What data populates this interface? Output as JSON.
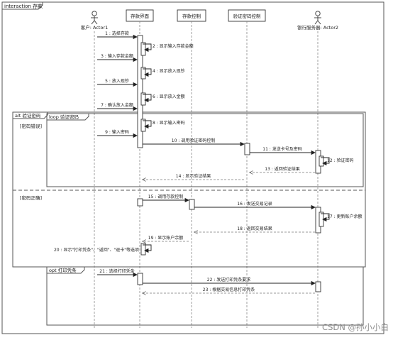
{
  "frame_title": "interaction 存款",
  "participants": [
    {
      "id": "customer",
      "label": "客户: Actor1",
      "kind": "actor"
    },
    {
      "id": "ui",
      "label": "存款界面",
      "kind": "box"
    },
    {
      "id": "ctrl",
      "label": "存款控制",
      "kind": "box"
    },
    {
      "id": "pwd",
      "label": "验证密码控制",
      "kind": "box"
    },
    {
      "id": "bank",
      "label": "银行服务器: Actor2",
      "kind": "actor"
    }
  ],
  "fragments": {
    "alt": {
      "label": "alt 验证密码",
      "guard1": "[密码错误]",
      "guard2": "[密码正确]"
    },
    "loop": {
      "label": "loop 验证密码"
    },
    "opt": {
      "label": "opt 打印凭条"
    }
  },
  "messages": [
    {
      "n": "1",
      "text": "1 : 选择存款",
      "from": "customer",
      "to": "ui",
      "type": "call"
    },
    {
      "n": "2",
      "text": "2 : 显示输入存款金额",
      "from": "ui",
      "to": "ui",
      "type": "self"
    },
    {
      "n": "3",
      "text": "3 : 输入存款金额",
      "from": "customer",
      "to": "ui",
      "type": "call"
    },
    {
      "n": "4",
      "text": "4 : 显示放入现钞",
      "from": "ui",
      "to": "ui",
      "type": "self"
    },
    {
      "n": "5",
      "text": "5 : 放入现钞",
      "from": "customer",
      "to": "ui",
      "type": "call"
    },
    {
      "n": "6",
      "text": "6 : 显示放入金额",
      "from": "ui",
      "to": "ui",
      "type": "self"
    },
    {
      "n": "7",
      "text": "7 : 确认放入金额",
      "from": "customer",
      "to": "ui",
      "type": "call"
    },
    {
      "n": "8",
      "text": "8 : 显示输入密码",
      "from": "ui",
      "to": "ui",
      "type": "self"
    },
    {
      "n": "9",
      "text": "9 : 输入密码",
      "from": "customer",
      "to": "ui",
      "type": "call"
    },
    {
      "n": "10",
      "text": "10 : 调用验证密码控制",
      "from": "ui",
      "to": "pwd",
      "type": "call"
    },
    {
      "n": "11",
      "text": "11 : 发送卡号及密码",
      "from": "pwd",
      "to": "bank",
      "type": "call"
    },
    {
      "n": "12",
      "text": "12 : 验证密码",
      "from": "bank",
      "to": "bank",
      "type": "self"
    },
    {
      "n": "13",
      "text": "13 : 返回验证结果",
      "from": "bank",
      "to": "pwd",
      "type": "return"
    },
    {
      "n": "14",
      "text": "14 : 显示验证结果",
      "from": "pwd",
      "to": "ui",
      "type": "return"
    },
    {
      "n": "15",
      "text": "15 : 调用存款控制",
      "from": "ui",
      "to": "ctrl",
      "type": "call"
    },
    {
      "n": "16",
      "text": "16 : 发送交易记录",
      "from": "ctrl",
      "to": "bank",
      "type": "call"
    },
    {
      "n": "17",
      "text": "17 : 更新账户余额",
      "from": "bank",
      "to": "bank",
      "type": "self"
    },
    {
      "n": "18",
      "text": "18 : 返回交易结果",
      "from": "bank",
      "to": "ctrl",
      "type": "return"
    },
    {
      "n": "19",
      "text": "19 : 显示账户余额",
      "from": "ctrl",
      "to": "ui",
      "type": "return"
    },
    {
      "n": "20",
      "text": "20 : 显示\"打印凭条\"、\"返回\"、\"退卡\"等选项",
      "from": "ui",
      "to": "ui",
      "type": "self"
    },
    {
      "n": "21",
      "text": "21 : 选择打印凭条",
      "from": "customer",
      "to": "ui",
      "type": "call"
    },
    {
      "n": "22",
      "text": "22 : 发送打印凭条要求",
      "from": "ui",
      "to": "bank",
      "type": "call"
    },
    {
      "n": "23",
      "text": "23 : 根据交易信息打印凭条",
      "from": "bank",
      "to": "ui",
      "type": "return"
    }
  ],
  "watermark": "CSDN @孙小小白"
}
